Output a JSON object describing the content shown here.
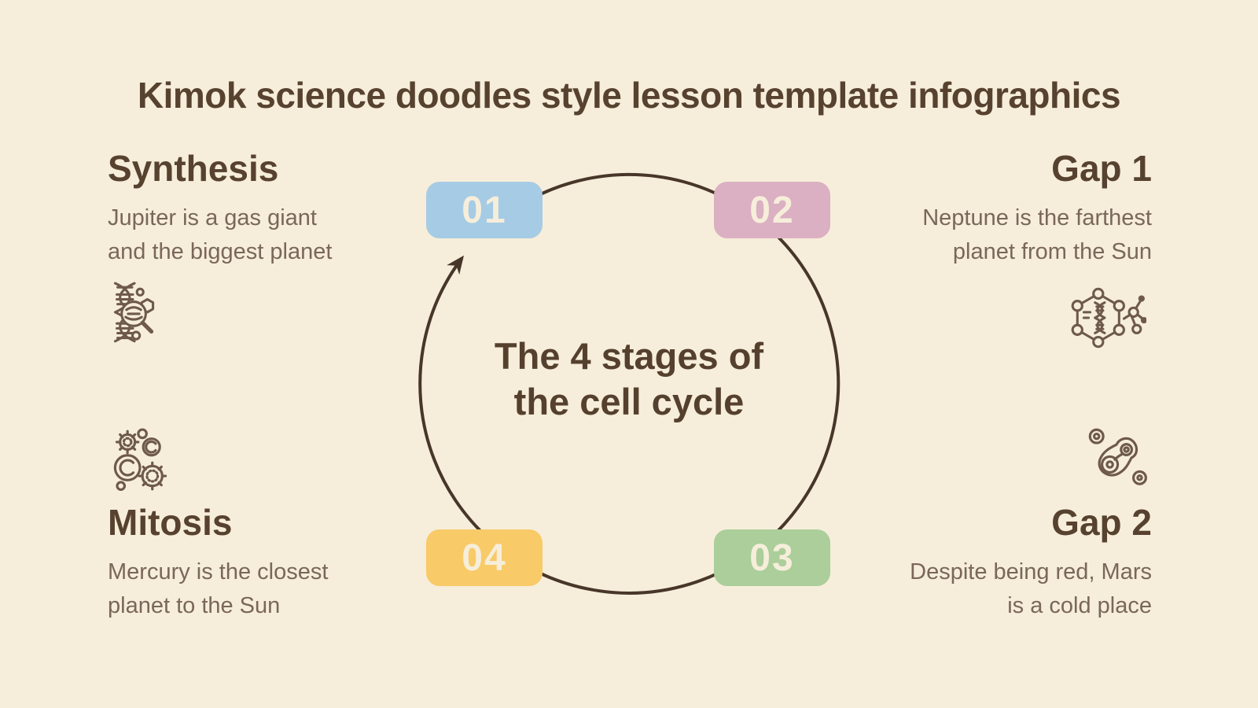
{
  "slide": {
    "title": "Kimok science doodles style lesson template infographics",
    "background_color": "#f6eeda",
    "heading_color": "#57422f",
    "body_color": "#7a6759",
    "circle_stroke_color": "#473629",
    "icon_stroke_color": "#6e594a"
  },
  "cycle": {
    "center_title_line1": "The 4 stages of",
    "center_title_line2": "the cell cycle",
    "direction": "clockwise",
    "number_text_color": "#f6eeda",
    "badges": [
      {
        "number": "01",
        "color": "#a6cbe5"
      },
      {
        "number": "02",
        "color": "#dbb0c2"
      },
      {
        "number": "03",
        "color": "#abce9b"
      },
      {
        "number": "04",
        "color": "#f8ca68"
      }
    ]
  },
  "sections": {
    "synthesis": {
      "title": "Synthesis",
      "line1": "Jupiter is a gas giant",
      "line2": "and the biggest planet",
      "icon": "dna-magnifier-icon"
    },
    "gap1": {
      "title": "Gap 1",
      "line1": "Neptune is the farthest",
      "line2": "planet from the Sun",
      "icon": "molecule-dna-hexagon-icon"
    },
    "gap2": {
      "title": "Gap 2",
      "line1": "Despite being red, Mars",
      "line2": "is a cold place",
      "icon": "dividing-cells-icon"
    },
    "mitosis": {
      "title": "Mitosis",
      "line1": "Mercury is the closest",
      "line2": "planet to the Sun",
      "icon": "microbes-icon"
    }
  }
}
